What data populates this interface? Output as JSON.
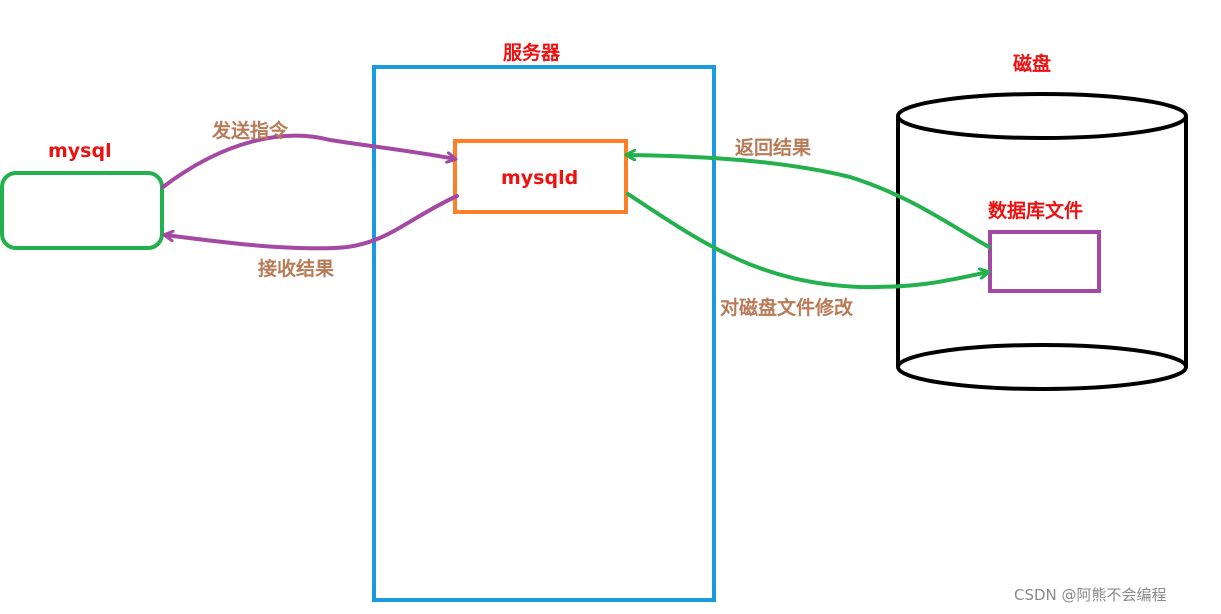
{
  "colors": {
    "client_box": "#22b14c",
    "server_box": "#1a9be0",
    "mysqld_box": "#ff7f27",
    "db_file_box": "#a349a4",
    "request_arrow": "#a349a4",
    "disk_arrow": "#22b14c",
    "title_text": "#ee1111",
    "arrow_text": "#b97a57",
    "disk_outline": "#000000"
  },
  "client": {
    "label": "mysql"
  },
  "server": {
    "label": "服务器"
  },
  "daemon": {
    "label": "mysqld"
  },
  "disk": {
    "label": "磁盘",
    "file_label": "数据库文件"
  },
  "arrows": {
    "send_command": "发送指令",
    "receive_result": "接收结果",
    "return_result": "返回结果",
    "modify_disk_file": "对磁盘文件修改"
  },
  "watermark": "CSDN @阿熊不会编程"
}
